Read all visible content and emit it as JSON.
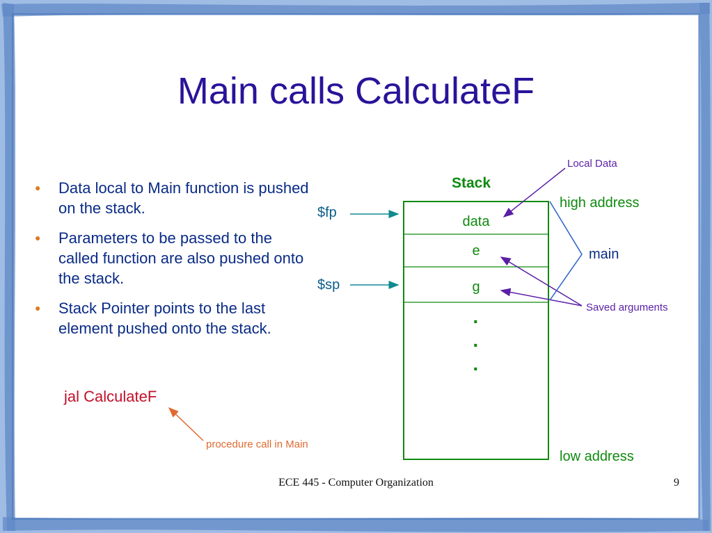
{
  "slide": {
    "title": "Main calls CalculateF",
    "bullets": [
      "Data local to Main function is pushed on the stack.",
      "Parameters to be passed to the called function are also pushed onto the stack.",
      "Stack Pointer points to the last element pushed onto the stack."
    ],
    "call_instruction": "jal CalculateF",
    "call_annotation": "procedure call in Main",
    "footer": "ECE 445 - Computer Organization",
    "page_number": "9"
  },
  "stack_diagram": {
    "heading": "Stack",
    "cells": [
      "data",
      "e",
      "g"
    ],
    "ellipsis": [
      "·",
      "·",
      "·"
    ],
    "fp_label": "$fp",
    "sp_label": "$sp",
    "high_label": "high address",
    "low_label": "low address",
    "main_label": "main",
    "local_data_label": "Local Data",
    "saved_args_label": "Saved arguments"
  },
  "colors": {
    "title": "#2a139a",
    "body_text": "#0a2b86",
    "stack_green": "#0f8a0f",
    "annotation_purple": "#5a1fa5",
    "annotation_orange": "#e06a30",
    "call_red": "#c0102a",
    "arrow_teal": "#108a90",
    "bullet_orange": "#e07a1f"
  }
}
